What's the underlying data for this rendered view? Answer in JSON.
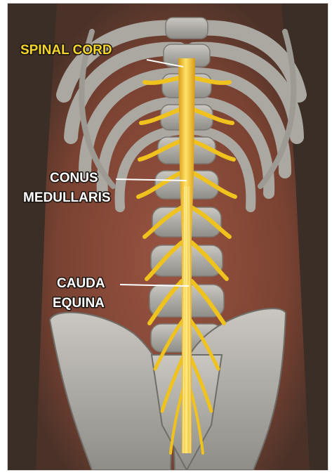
{
  "labels": {
    "spinal_cord": "SPINAL CORD",
    "conus_line1": "CONUS",
    "conus_line2": "MEDULLARIS",
    "cauda_line1": "CAUDA",
    "cauda_line2": "EQUINA"
  },
  "colors": {
    "spinal_cord_label": "#f2d42c",
    "label_white": "#ffffff",
    "nerve": "#f0c21e",
    "bone": "#b9b7b0",
    "muscle": "#8a4a38",
    "background": "#3c2f26"
  }
}
